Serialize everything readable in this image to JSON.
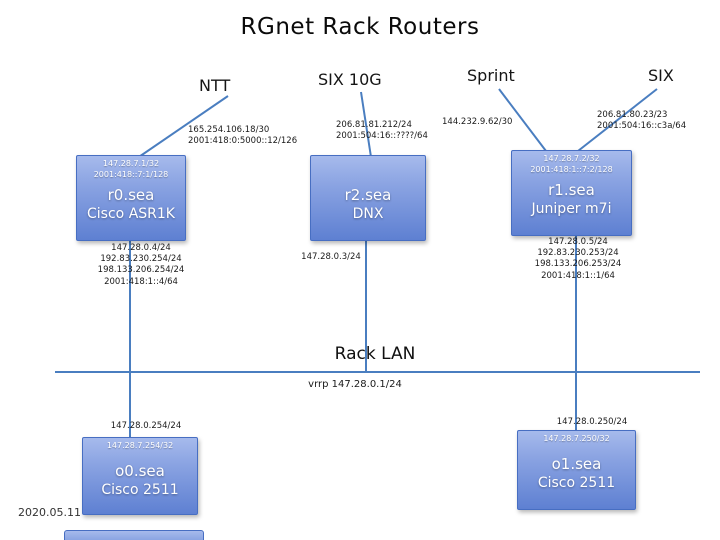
{
  "title": "RGnet Rack Routers",
  "date": "2020.05.11",
  "colors": {
    "line": "#4a7ec0",
    "box_top": "#a6baec",
    "box_bottom": "#5e80d2"
  },
  "uplinks": {
    "ntt": {
      "label": "NTT",
      "addrs": "165.254.106.18/30\n2001:418:0:5000::12/126"
    },
    "six10g": {
      "label": "SIX 10G",
      "addrs": "206.81.81.212/24\n2001:504:16::????/64"
    },
    "sprint": {
      "label": "Sprint",
      "addrs": "144.232.9.62/30"
    },
    "six": {
      "label": "SIX",
      "addrs": "206.81.80.23/23\n2001:504:16::c3a/64"
    }
  },
  "routers": {
    "r0": {
      "loopbacks": "147.28.7.1/32\n2001:418::7:1/128",
      "name": "r0.sea",
      "model": "Cisco ASR1K",
      "lan_addrs": "147.28.0.4/24\n192.83.230.254/24\n198.133.206.254/24\n2001:418:1::4/64"
    },
    "r2": {
      "name": "r2.sea",
      "model": "DNX",
      "lan_addrs": "147.28.0.3/24"
    },
    "r1": {
      "loopbacks": "147.28.7.2/32\n2001:418:1::7:2/128",
      "name": "r1.sea",
      "model": "Juniper m7i",
      "lan_addrs": "147.28.0.5/24\n192.83.230.253/24\n198.133.206.253/24\n2001:418:1::1/64"
    }
  },
  "lan": {
    "label": "Rack LAN",
    "vrrp": "vrrp 147.28.0.1/24"
  },
  "consoles": {
    "o0": {
      "lan_addr": "147.28.0.254/24",
      "loopback": "147.28.7.254/32",
      "name": "o0.sea",
      "model": "Cisco 2511"
    },
    "o1": {
      "lan_addr": "147.28.0.250/24",
      "loopback": "147.28.7.250/32",
      "name": "o1.sea",
      "model": "Cisco 2511"
    }
  }
}
